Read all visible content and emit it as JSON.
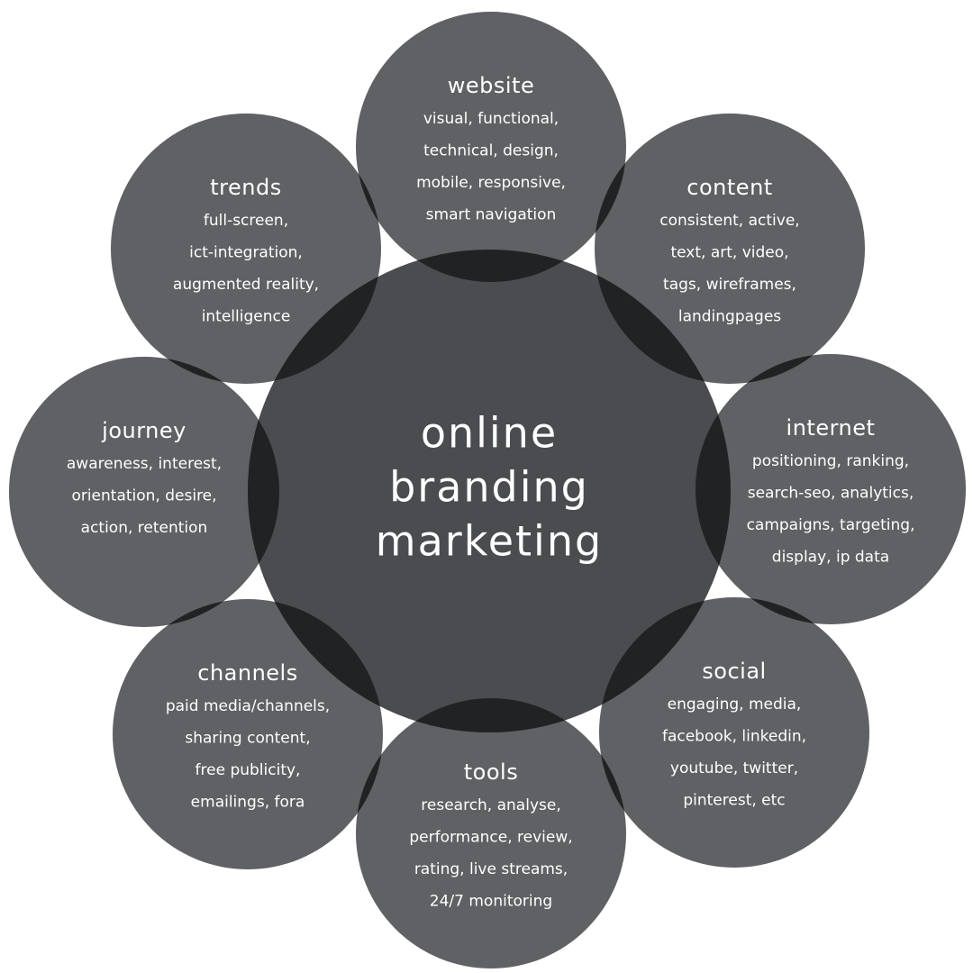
{
  "colors": {
    "background": "#ffffff",
    "outer_circle": "#5f6164",
    "center_circle": "#4a4c4f",
    "overlap": "#202224",
    "text": "#ffffff"
  },
  "center": {
    "lines": [
      "online",
      "branding",
      "marketing"
    ]
  },
  "nodes": [
    {
      "key": "website",
      "title": "website",
      "lines": [
        "visual, functional,",
        "technical, design,",
        "mobile, responsive,",
        "smart navigation"
      ]
    },
    {
      "key": "content",
      "title": "content",
      "lines": [
        "consistent, active,",
        "text, art, video,",
        "tags, wireframes,",
        "landingpages"
      ]
    },
    {
      "key": "internet",
      "title": "internet",
      "lines": [
        "positioning, ranking,",
        "search-seo, analytics,",
        "campaigns, targeting,",
        "display, ip data"
      ]
    },
    {
      "key": "social",
      "title": "social",
      "lines": [
        "engaging, media,",
        "facebook, linkedin,",
        "youtube, twitter,",
        "pinterest, etc"
      ]
    },
    {
      "key": "tools",
      "title": "tools",
      "lines": [
        "research, analyse,",
        "performance, review,",
        "rating, live streams,",
        "24/7 monitoring"
      ]
    },
    {
      "key": "channels",
      "title": "channels",
      "lines": [
        "paid media/channels,",
        "sharing content,",
        "free publicity,",
        "emailings, fora"
      ]
    },
    {
      "key": "journey",
      "title": "journey",
      "lines": [
        "awareness, interest,",
        "orientation, desire,",
        "action, retention"
      ]
    },
    {
      "key": "trends",
      "title": "trends",
      "lines": [
        "full-screen,",
        "ict-integration,",
        "augmented reality,",
        "intelligence"
      ]
    }
  ]
}
